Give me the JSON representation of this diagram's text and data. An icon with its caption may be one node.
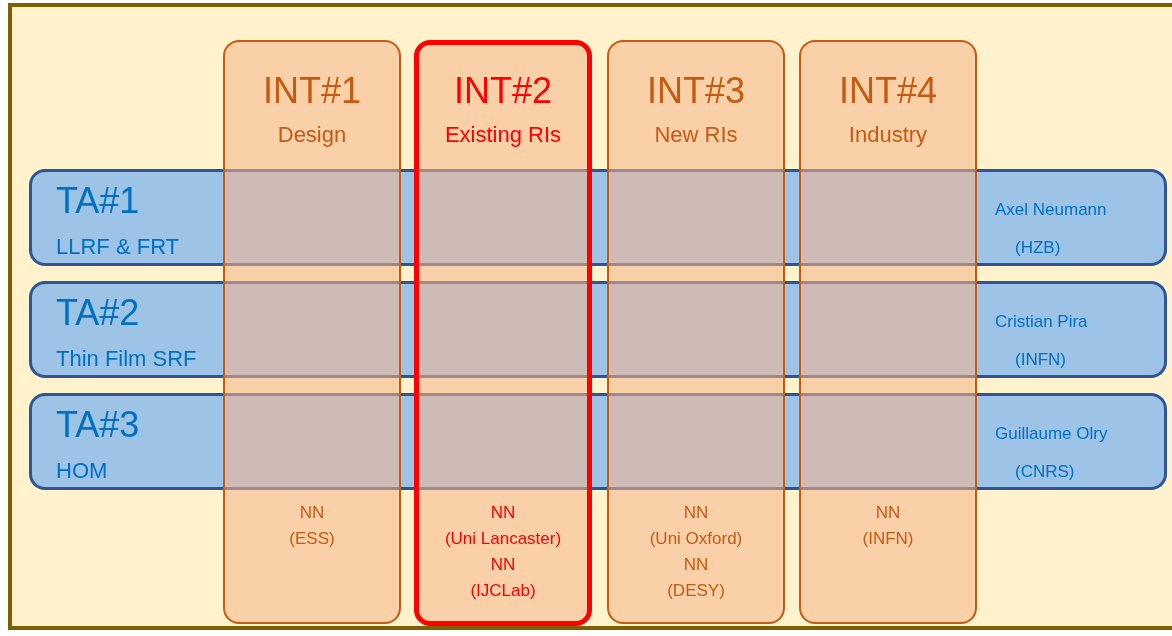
{
  "diagram": {
    "nodes": [
      {
        "text": [
          "INT#1",
          "Design",
          "NN",
          "(ESS)"
        ]
      },
      {
        "text": [
          "INT#2",
          "Existing RIs",
          "NN",
          "(Uni Lancaster)",
          "NN",
          "(IJCLab)"
        ]
      },
      {
        "text": [
          "INT#3",
          "New RIs",
          "NN",
          "(Uni Oxford)",
          "NN",
          "(DESY)"
        ]
      },
      {
        "text": [
          "INT#4",
          "Industry",
          "NN",
          "(INFN)"
        ]
      },
      {
        "text": [
          "TA#1",
          "LLRF & FRT",
          "Axel Neumann",
          "(HZB)"
        ]
      },
      {
        "text": [
          "TA#2",
          "Thin Film SRF",
          "Cristian Pira",
          "(INFN)"
        ]
      },
      {
        "text": [
          "TA#3",
          "HOM",
          "Guillaume Olry",
          "(CNRS)"
        ]
      }
    ],
    "edges": []
  }
}
